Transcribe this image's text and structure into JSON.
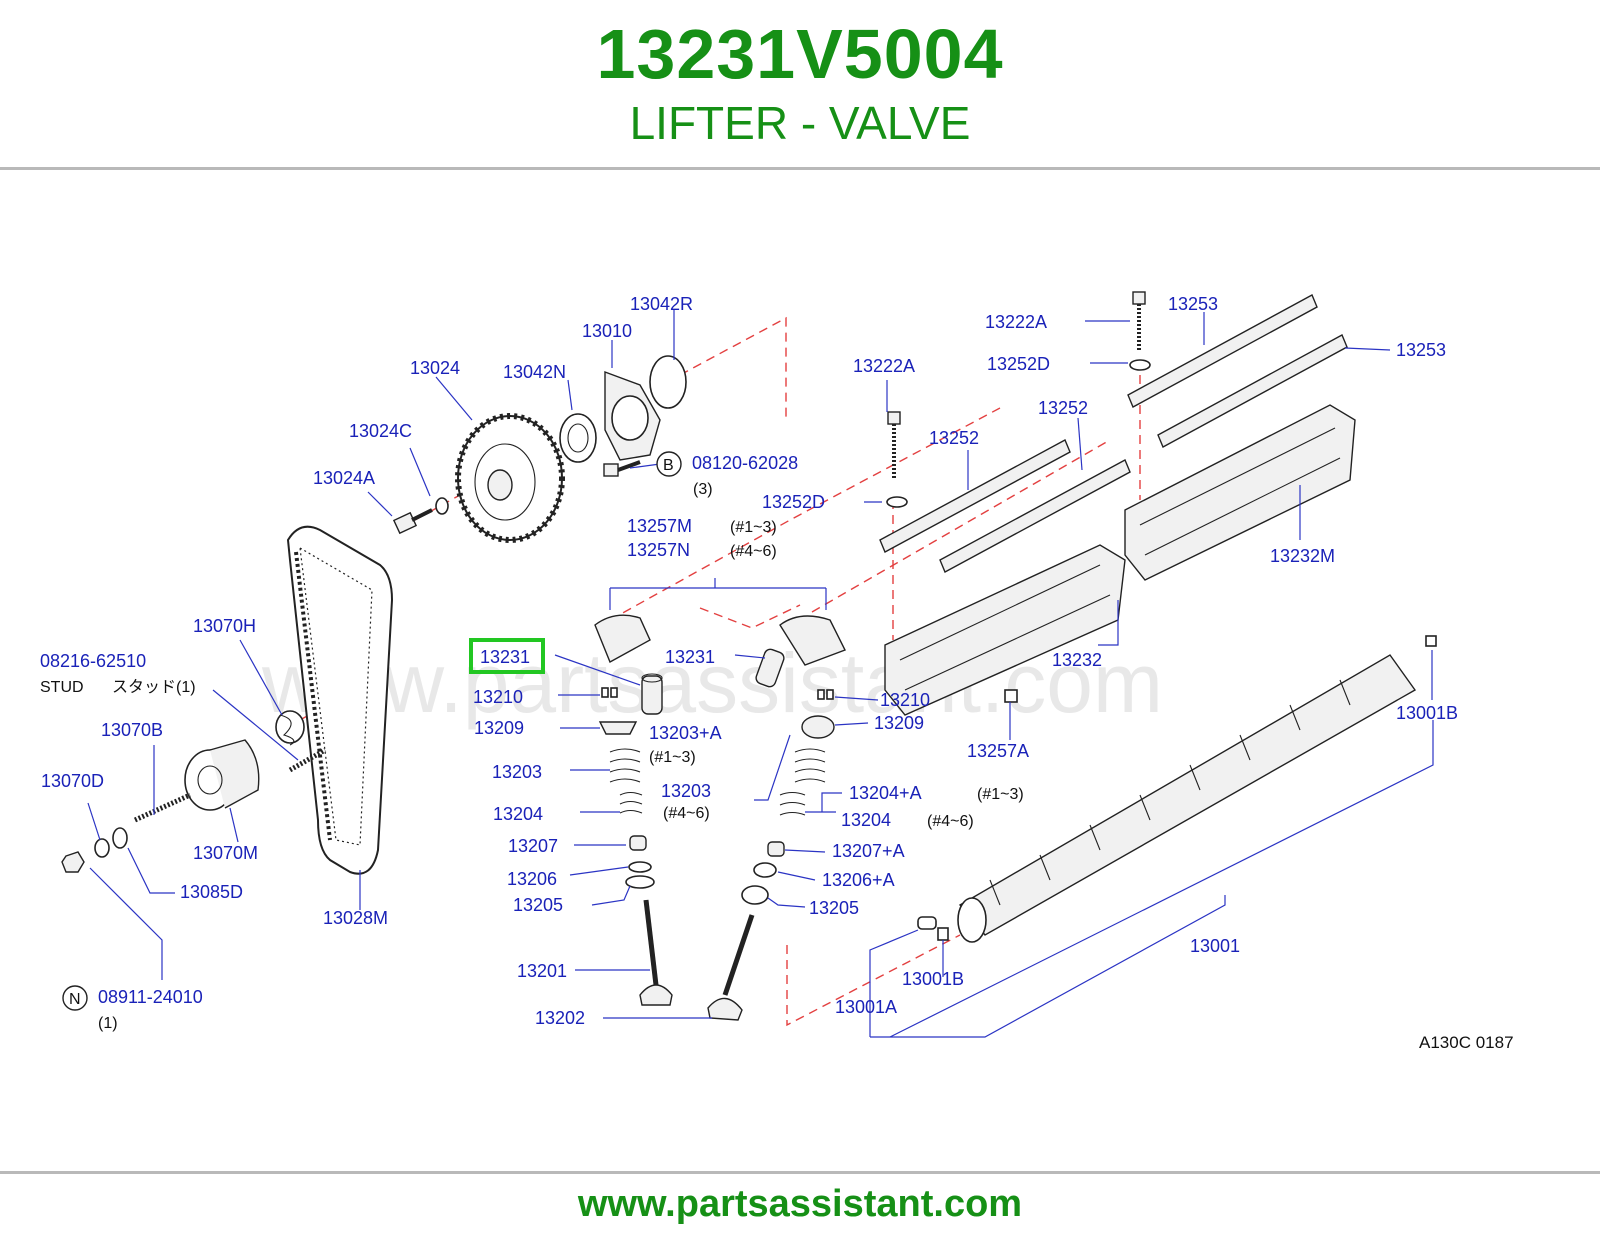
{
  "header": {
    "part_number": "13231V5004",
    "part_name": "LIFTER - VALVE"
  },
  "watermark": "www.partsassistant.com",
  "footer": {
    "url": "www.partsassistant.com"
  },
  "highlight_color": "#22c722",
  "brand_color": "#169016",
  "diagram_code": "A130C   0187",
  "callouts": [
    "13042R",
    "13010",
    "13024",
    "13042N",
    "13024C",
    "13024A",
    "08120-62028",
    "(3)",
    "13222A",
    "13252D",
    "13253",
    "13222A",
    "13252D",
    "13253",
    "13252",
    "13252",
    "13257M",
    "(#1~3)",
    "13257N",
    "(#4~6)",
    "13232M",
    "13070H",
    "08216-62510",
    "STUD",
    "スタッド(1)",
    "13231",
    "13231",
    "13232",
    "13210",
    "13210",
    "13209",
    "13209",
    "13203+A",
    "(#1~3)",
    "13203",
    "13203",
    "(#4~6)",
    "13204+A",
    "(#1~3)",
    "13204",
    "13204",
    "(#4~6)",
    "13070B",
    "13070D",
    "13070M",
    "13085D",
    "13207",
    "13207+A",
    "13206",
    "13206+A",
    "13205",
    "13205",
    "13257A",
    "13001B",
    "13001",
    "13001B",
    "13001A",
    "13201",
    "13202",
    "13028M",
    "08911-24010",
    "(1)"
  ],
  "circle_symbols": [
    "B",
    "N"
  ]
}
